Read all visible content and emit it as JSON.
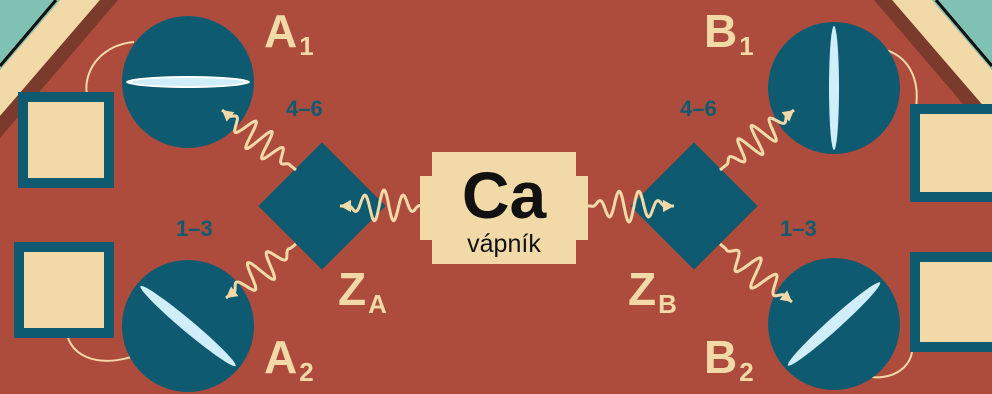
{
  "element": {
    "symbol": "Ca",
    "name": "vápník"
  },
  "labels": {
    "a1": {
      "letter": "A",
      "index": "1"
    },
    "a2": {
      "letter": "A",
      "index": "2"
    },
    "b1": {
      "letter": "B",
      "index": "1"
    },
    "b2": {
      "letter": "B",
      "index": "2"
    },
    "za": {
      "letter": "Z",
      "index": "A"
    },
    "zb": {
      "letter": "Z",
      "index": "B"
    }
  },
  "counts": {
    "upper_left": "4–6",
    "upper_right": "4–6",
    "lower_left": "1–3",
    "lower_right": "1–3"
  },
  "colors": {
    "background": "#ad4c3c",
    "teal": "#0e5a70",
    "cream": "#f2d9a8",
    "mint": "#7fc2b3",
    "dark_brown": "#7a3a2c",
    "black": "#111111"
  }
}
